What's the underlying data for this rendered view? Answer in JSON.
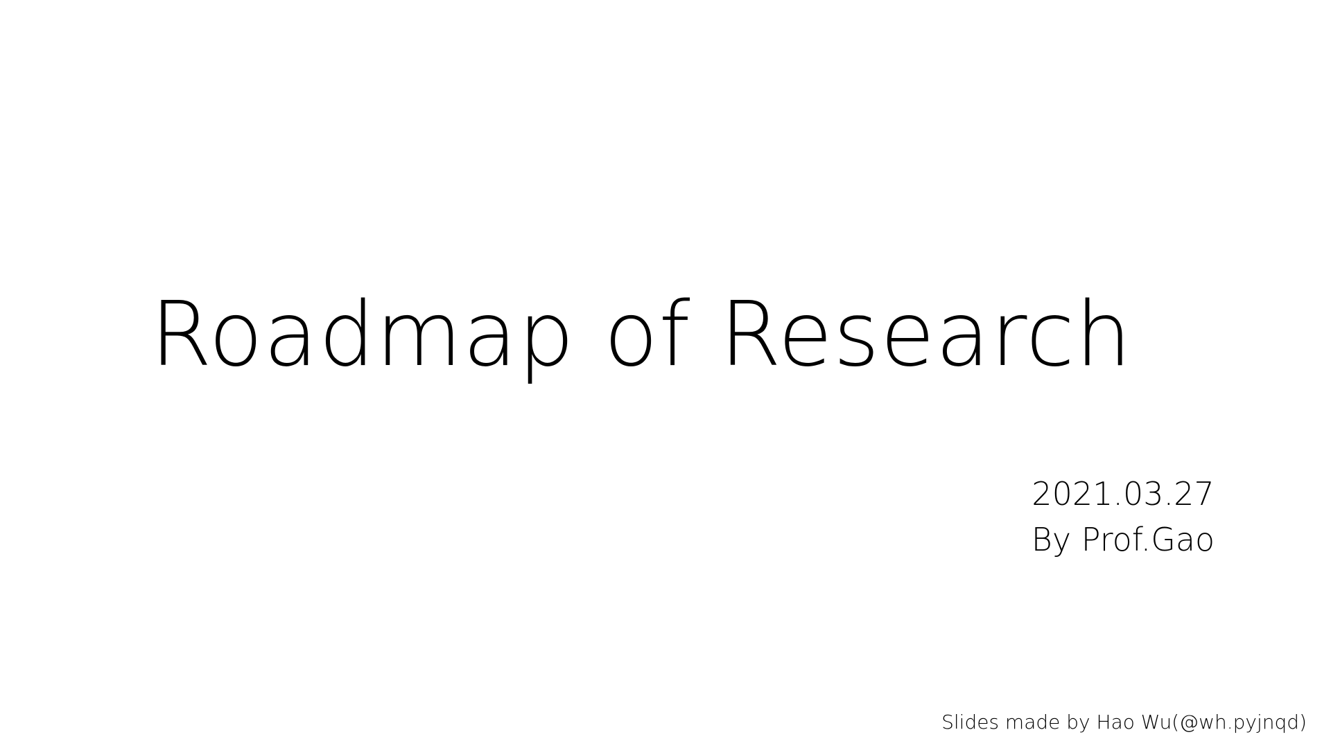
{
  "slide": {
    "title": "Roadmap of Research",
    "date": "2021.03.27",
    "author": "By Prof.Gao",
    "credit": "Slides made by Hao Wu(@wh.pyjnqd)"
  },
  "colors": {
    "background": "#ffffff",
    "text": "#000000"
  }
}
